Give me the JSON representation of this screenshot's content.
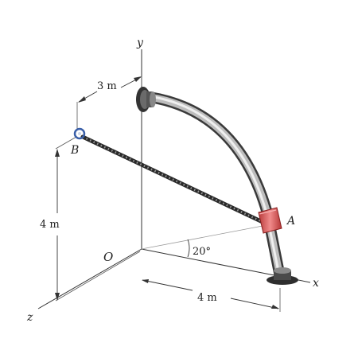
{
  "axes": {
    "x": "x",
    "y": "y",
    "z": "z",
    "origin": "O"
  },
  "points": {
    "a": "A",
    "b": "B"
  },
  "dimensions": {
    "width_top": "3 m",
    "height_left": "4 m",
    "width_bottom": "4 m"
  },
  "angle": "20°"
}
